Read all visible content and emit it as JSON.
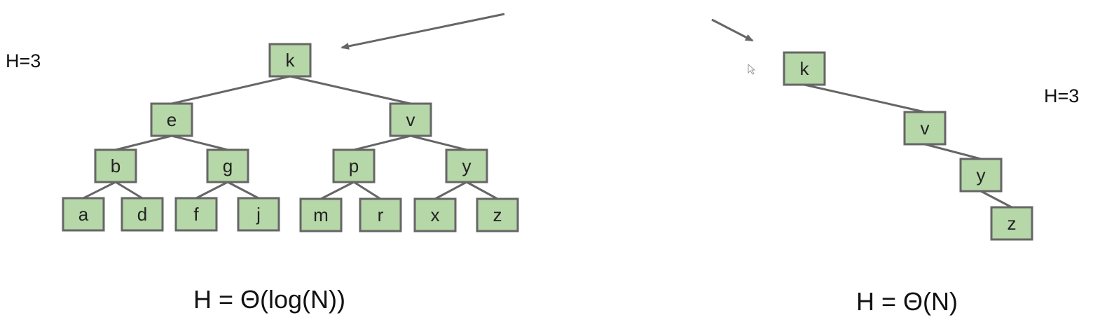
{
  "balanced_tree": {
    "height_label": "H=3",
    "formula": "H = Θ(log(N))",
    "nodes": [
      {
        "id": "k",
        "label": "k"
      },
      {
        "id": "e",
        "label": "e"
      },
      {
        "id": "v",
        "label": "v"
      },
      {
        "id": "b",
        "label": "b"
      },
      {
        "id": "g",
        "label": "g"
      },
      {
        "id": "p",
        "label": "p"
      },
      {
        "id": "y",
        "label": "y"
      },
      {
        "id": "a",
        "label": "a"
      },
      {
        "id": "d",
        "label": "d"
      },
      {
        "id": "f",
        "label": "f"
      },
      {
        "id": "j",
        "label": "j"
      },
      {
        "id": "m",
        "label": "m"
      },
      {
        "id": "r",
        "label": "r"
      },
      {
        "id": "x",
        "label": "x"
      },
      {
        "id": "z",
        "label": "z"
      }
    ],
    "edges": [
      [
        "k",
        "e"
      ],
      [
        "k",
        "v"
      ],
      [
        "e",
        "b"
      ],
      [
        "e",
        "g"
      ],
      [
        "v",
        "p"
      ],
      [
        "v",
        "y"
      ],
      [
        "b",
        "a"
      ],
      [
        "b",
        "d"
      ],
      [
        "g",
        "f"
      ],
      [
        "g",
        "j"
      ],
      [
        "p",
        "m"
      ],
      [
        "p",
        "r"
      ],
      [
        "y",
        "x"
      ],
      [
        "y",
        "z"
      ]
    ]
  },
  "spindly_tree": {
    "height_label": "H=3",
    "formula": "H = Θ(N)",
    "nodes": [
      {
        "id": "k",
        "label": "k"
      },
      {
        "id": "v",
        "label": "v"
      },
      {
        "id": "y",
        "label": "y"
      },
      {
        "id": "z",
        "label": "z"
      }
    ],
    "edges": [
      [
        "k",
        "v"
      ],
      [
        "v",
        "y"
      ],
      [
        "y",
        "z"
      ]
    ]
  },
  "colors": {
    "node_fill": "#b6d7a8",
    "node_stroke": "#666666",
    "arrow": "#666666"
  }
}
